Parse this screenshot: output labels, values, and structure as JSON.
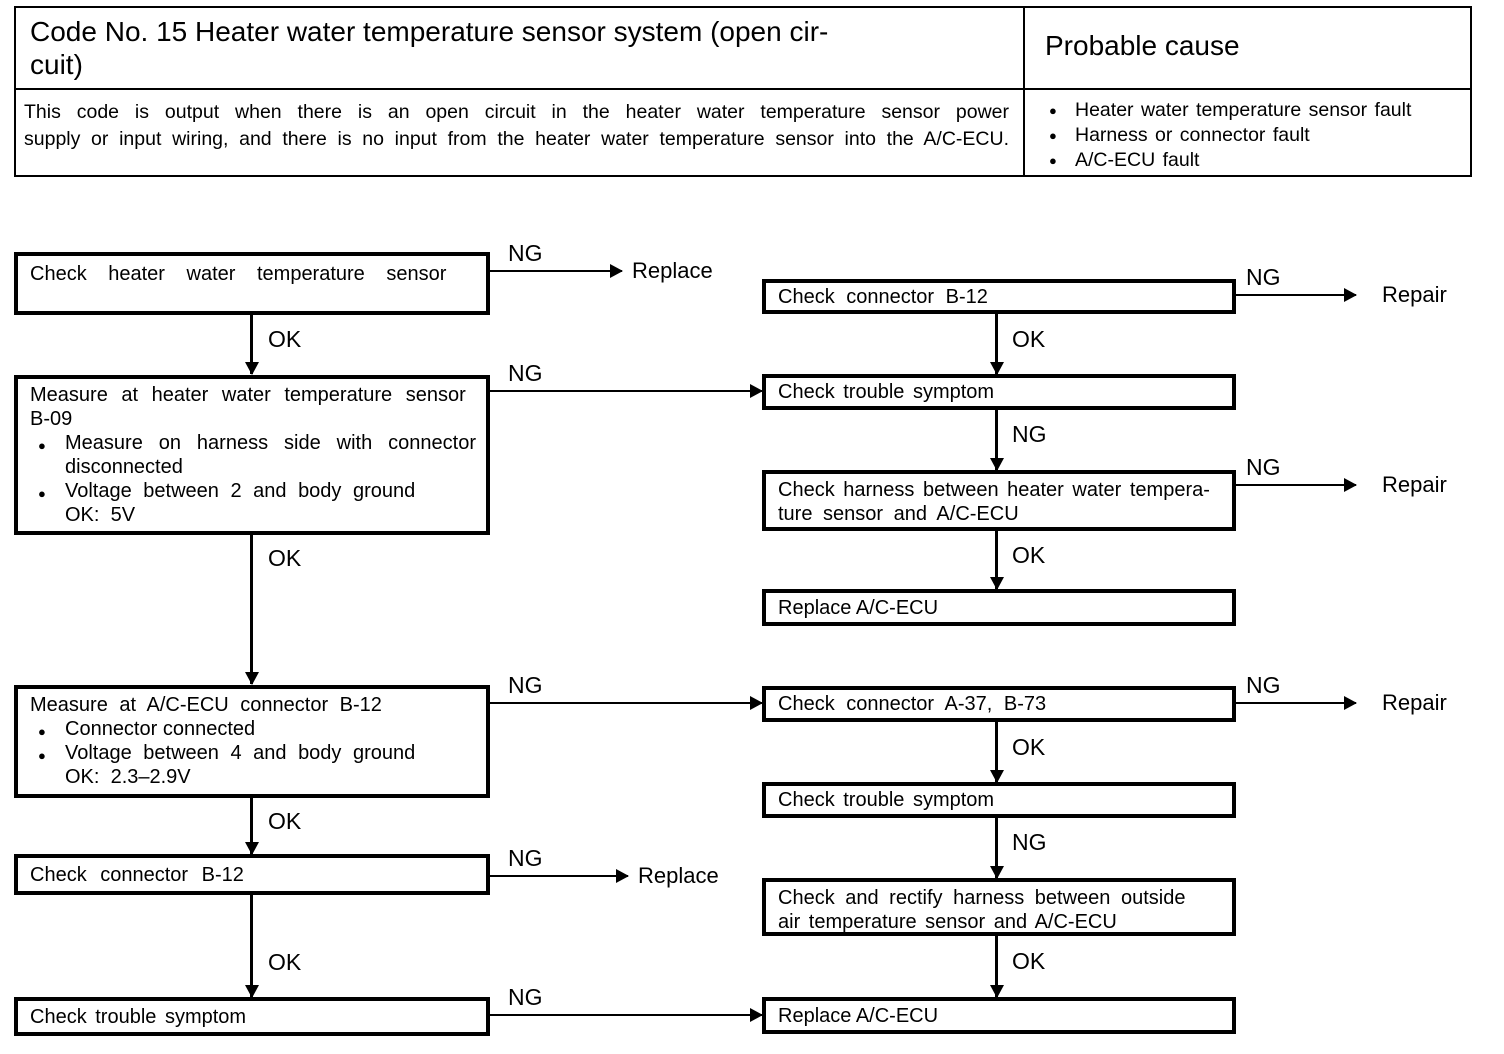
{
  "header": {
    "code_title_line1": "Code No. 15 Heater water temperature sensor system (open cir-",
    "code_title_line2": "cuit)",
    "probable_cause_title": "Probable cause",
    "description_line1": "This code is output when there is an open circuit in the heater water temperature sensor power",
    "description_line2": "supply or input wiring, and there is no input from the heater water temperature sensor into the A/C-ECU.",
    "causes": [
      "Heater water temperature sensor fault",
      "Harness or connector fault",
      "A/C-ECU fault"
    ]
  },
  "flow": {
    "bullet_glyph": "●",
    "labels": {
      "ok": "OK",
      "ng": "NG",
      "replace": "Replace",
      "repair": "Repair"
    },
    "left": {
      "check_sensor": "Check heater water temperature sensor",
      "measure_b09": {
        "line1": "Measure at heater water temperature sensor",
        "line2": "B-09",
        "bullet1": "Measure on harness side with connector disconnected",
        "bullet2": "Voltage between 2 and body ground",
        "ok_value": "OK:  5V"
      },
      "measure_b12": {
        "line1": "Measure at A/C-ECU connector B-12",
        "bullet1": "Connector connected",
        "bullet2": "Voltage between 4 and body ground",
        "ok_value": "OK:  2.3–2.9V"
      },
      "check_connector_b12": "Check connector B-12",
      "check_trouble_symptom": "Check trouble symptom"
    },
    "right": {
      "check_connector_b12": "Check connector B-12",
      "check_trouble_symptom_1": "Check trouble symptom",
      "check_harness_line1": "Check harness between heater water tempera-",
      "check_harness_line2": "ture sensor and A/C-ECU",
      "replace_ecu_1": "Replace A/C-ECU",
      "check_connector_a37_b73": "Check connector A-37, B-73",
      "check_trouble_symptom_2": "Check trouble symptom",
      "check_rectify_line1": "Check and rectify harness between outside",
      "check_rectify_line2": "air temperature sensor and A/C-ECU",
      "replace_ecu_2": "Replace A/C-ECU"
    }
  }
}
